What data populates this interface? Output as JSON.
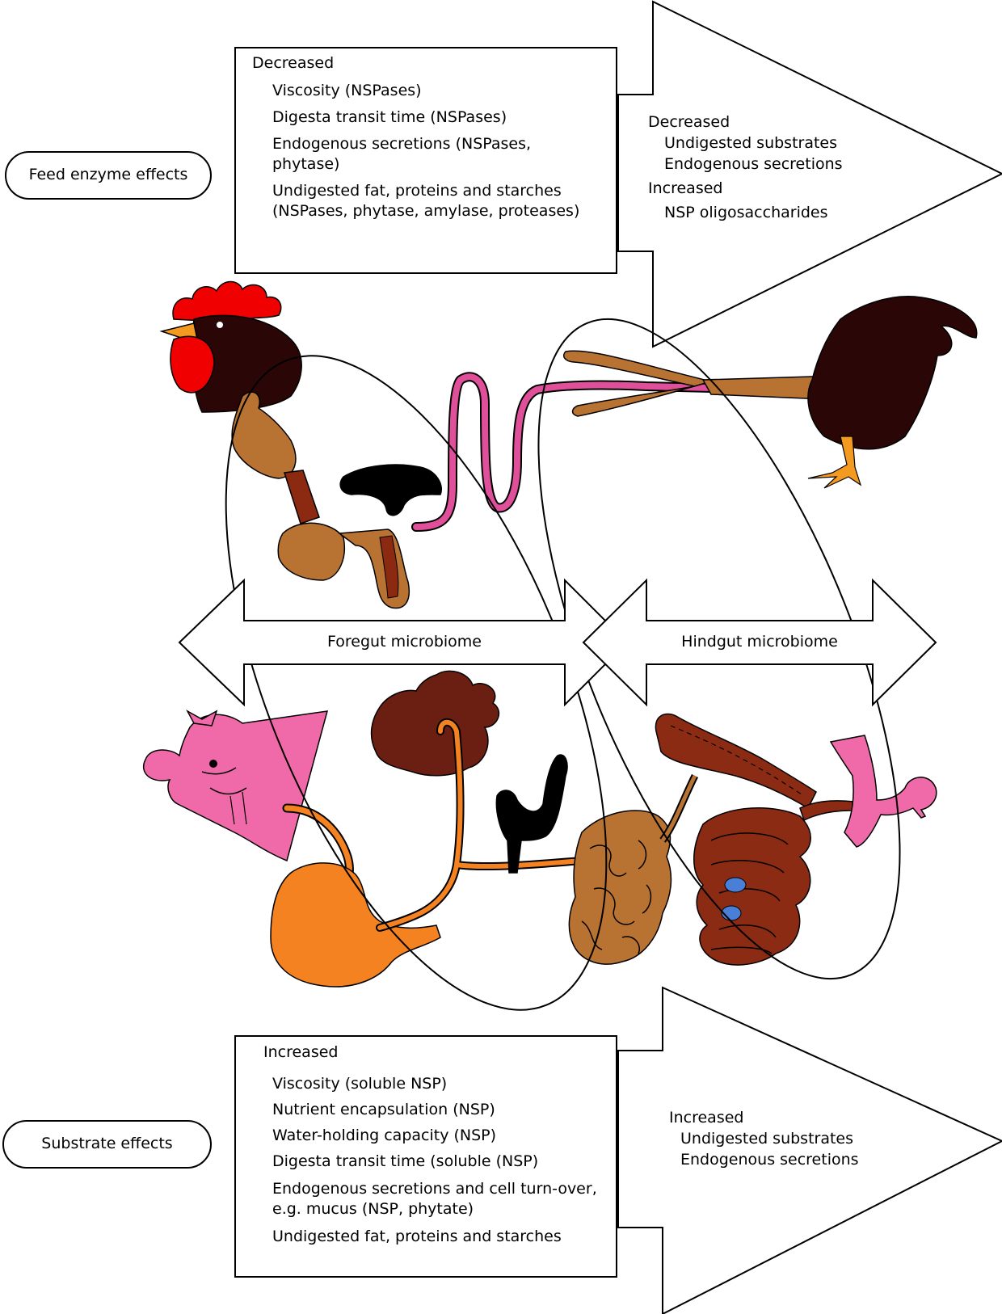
{
  "labels": {
    "feed_enzyme_effects": "Feed enzyme effects",
    "substrate_effects": "Substrate effects",
    "foregut_microbiome": "Foregut microbiome",
    "hindgut_microbiome": "Hindgut microbiome"
  },
  "top_box": {
    "heading": "Decreased",
    "items": [
      [
        "Viscosity (NSPases)"
      ],
      [
        "Digesta transit time (NSPases)"
      ],
      [
        "Endogenous secretions (NSPases,",
        "phytase)"
      ],
      [
        "Undigested fat, proteins and starches",
        "(NSPases, phytase, amylase, proteases)"
      ]
    ]
  },
  "top_arrow": {
    "heading1": "Decreased",
    "lines1": [
      "Undigested substrates",
      "Endogenous secretions"
    ],
    "heading2": "Increased",
    "lines2": [
      "NSP oligosaccharides"
    ]
  },
  "bottom_box": {
    "heading": "Increased",
    "items": [
      [
        "Viscosity (soluble NSP)"
      ],
      [
        "Nutrient encapsulation (NSP)"
      ],
      [
        "Water-holding capacity (NSP)"
      ],
      [
        "Digesta transit time (soluble (NSP)"
      ],
      [
        "Endogenous secretions and cell turn-over,",
        "e.g. mucus (NSP, phytate)"
      ],
      [
        "Undigested fat, proteins and starches"
      ]
    ]
  },
  "bottom_arrow": {
    "heading": "Increased",
    "lines": [
      "Undigested substrates",
      "Endogenous secretions"
    ]
  },
  "colors": {
    "comb_red": "#f00000",
    "feather_dark": "#2a0606",
    "crop_brown": "#b87333",
    "gizzard_brown": "#8b2a10",
    "intestine_pink": "#e0509a",
    "pig_pink": "#f06aaa",
    "stomach_orange": "#f58220",
    "liver_brown": "#6b1f12",
    "colon_brown": "#8b2b14",
    "cecum_blue": "#4a7fd8",
    "leg_orange": "#f59a20"
  }
}
